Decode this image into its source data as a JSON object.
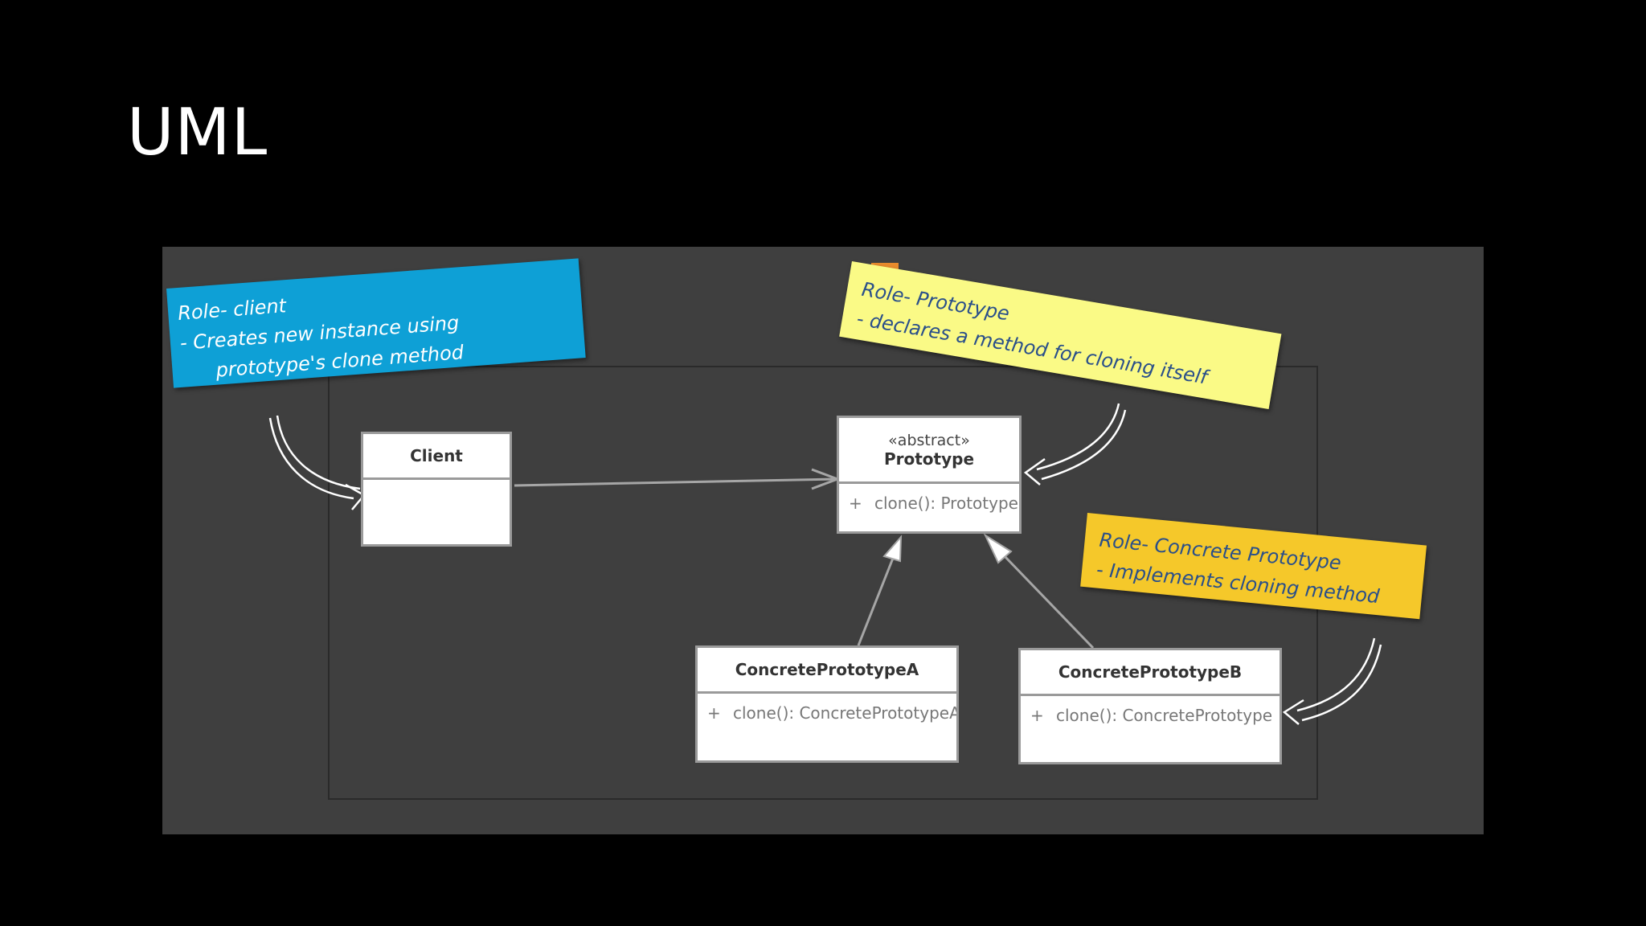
{
  "slide": {
    "title": "UML"
  },
  "classes": {
    "client": {
      "name": "Client"
    },
    "prototype": {
      "stereotype": "«abstract»",
      "name": "Prototype",
      "method_vis": "+",
      "method": "clone(): Prototype"
    },
    "concrete_a": {
      "name": "ConcretePrototypeA",
      "method_vis": "+",
      "method": "clone(): ConcretePrototypeA"
    },
    "concrete_b": {
      "name": "ConcretePrototypeB",
      "method_vis": "+",
      "method": "clone(): ConcretePrototype"
    }
  },
  "notes": {
    "client": {
      "line1": "Role- client",
      "line2": "-   Creates new instance using",
      "line3": "prototype's clone method",
      "color": "#0ea0d6"
    },
    "prototype": {
      "line1": "Role- Prototype",
      "line2": "- declares a method for cloning itself",
      "color": "#fafa86"
    },
    "concrete": {
      "line1": "Role- Concrete Prototype",
      "line2": "- Implements cloning method",
      "color": "#f5c82a"
    }
  }
}
